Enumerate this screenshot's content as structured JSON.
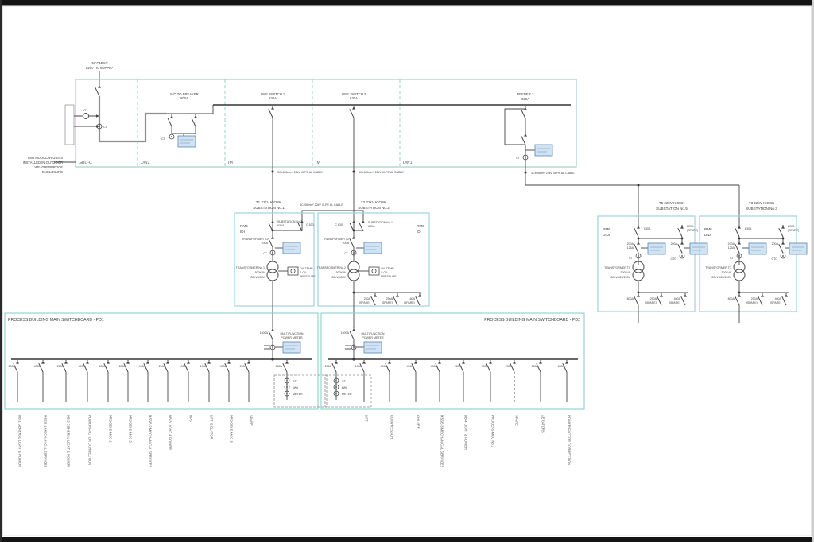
{
  "colors": {
    "teal_board": "#8fcfc9",
    "kiosk_blue": "#9ed3de",
    "relay_fill": "#cfe3f3",
    "relay_border": "#5b87b5",
    "wire": "#454545",
    "frame_bar": "#141414"
  },
  "incoming": {
    "l1": "INCOMING",
    "l2": "22kV HV SUPPLY"
  },
  "enclosure": {
    "note": [
      "SM6 MODULAR UNITS",
      "INSTALLED IN OUTDOOR",
      "WEATHERPROOF",
      "ENCLOSURE"
    ],
    "compartments": [
      "GBC-C",
      "DW2",
      "IM",
      "IM",
      "DW1"
    ],
    "vt": "VT",
    "ct": "CT",
    "bypass": {
      "l1": "N/O TO BREAKER",
      "l2": "800A",
      "ct": "CT"
    },
    "ls1": {
      "l1": "LINE SWITCH 1",
      "l2": "630A"
    },
    "ls2": {
      "l1": "LINE SWITCH 2",
      "l2": "630A"
    },
    "feeder1": {
      "l1": "FEEDER 1",
      "l2": "630A",
      "ct": "CT"
    }
  },
  "cables": {
    "c1": "3Cx185mm² 22kV XLPE AL CABLE",
    "c2": "3Cx185mm² 22kV XLPE AL CABLE",
    "c3": "3Cx95mm² 22kV XLPE AL CABLE",
    "link": "3Cx95mm² 22kV XLPE AL CABLE"
  },
  "sub1": {
    "title1": "T1 22kV KIOSK",
    "title2": "SUBSTATION No.1",
    "unit1": "RM6",
    "unit2": "IDI",
    "ring1": "SUBSTATION No.2",
    "ring1b": "630A",
    "ring2": "C 630",
    "txsw1": "TRANSFORMER T1",
    "txsw2": "200A",
    "ct": "CT",
    "tx1": "TRANSFORMER No.1",
    "tx2": "500kVA",
    "tx3": "22kV/433V",
    "oil1": "OIL TEMP",
    "oil2": "& OIL",
    "oil3": "PRESSURE"
  },
  "sub2": {
    "title1": "T2 22kV KIOSK",
    "title2": "SUBSTATION No.2",
    "unit1": "RM6",
    "unit2": "IDI",
    "ring1": "SUBSTATION No.1",
    "ring1b": "630A",
    "ring2": "C 630",
    "txsw1": "TRANSFORMER T2",
    "txsw2": "200A",
    "ct": "CT",
    "tx1": "TRANSFORMER No.2",
    "tx2": "500kVA",
    "tx3": "22kV/433V",
    "oil1": "OIL TEMP",
    "oil2": "& OIL",
    "oil3": "PRESSURE",
    "lv": [
      {
        "r": "250A",
        "s": "(SPARE)"
      },
      {
        "r": "250A",
        "s": "(SPARE)"
      },
      {
        "r": "160A",
        "s": "(SPARE)"
      }
    ]
  },
  "sub5": {
    "title1": "T5 22kV KIOSK",
    "title2": "SUBSTATION No.5",
    "unit1": "RM6",
    "unit2": "DIDI",
    "sw1": "630A",
    "sw2a": "200A",
    "sw2b": "(SPARE)",
    "f1a": "200A",
    "f1b": "125A",
    "f2a": "200A",
    "f2b": "(SPARE)",
    "ct": "CT",
    "cto": "CTO",
    "tx1": "TRANSFORMER T5",
    "tx2": "500kVA",
    "tx3": "22kV-420/240V",
    "out1": "800A",
    "out2a": "250A",
    "out2b": "(SPARE)",
    "out3a": "400A",
    "out3b": "(SPARE)"
  },
  "sub3": {
    "title1": "T3 22kV KIOSK",
    "title2": "SUBSTATION No.3",
    "unit1": "RM6",
    "unit2": "DIDI",
    "sw1": "630A",
    "sw2a": "200A",
    "sw2b": "(SPARE)",
    "f1a": "200A",
    "f1b": "125A",
    "f2a": "200A",
    "f2b": "(SPARE)",
    "ct": "CT",
    "cto": "CTO",
    "tx1": "TRANSFORMER T3",
    "tx2": "500kVA",
    "tx3": "22kV-420/240V",
    "out1": "800A",
    "out2a": "250A",
    "out2b": "(SPARE)",
    "out3a": "400A",
    "out3b": "(SPARE)"
  },
  "pd1": {
    "title": "PROCESS BUILDING MAIN SWITCHBOARD - PD1",
    "incomer": "1600A",
    "meter1": "MULTIFUNCTION",
    "meter2": "POWER METER",
    "msw": "250A",
    "mbox": [
      "CT",
      "kWh",
      "METER"
    ],
    "feeders": [
      {
        "rating": "250A",
        "label": "DB-1 GENERAL LIGHT & POWER"
      },
      {
        "rating": "400A",
        "label": "MSSB-1 MECHANICAL SERVICES"
      },
      {
        "rating": "250A",
        "label": "DB-2 GENERAL LIGHT & POWER"
      },
      {
        "rating": "400A",
        "label": "POWER FACTOR CORRECTION"
      },
      {
        "rating": "630A",
        "label": "PROCESS MCC 1"
      },
      {
        "rating": "630A",
        "label": "PROCESS MCC 2"
      },
      {
        "rating": "400A",
        "label": "MSSB-2 MECHANICAL SERVICES"
      },
      {
        "rating": "250A",
        "label": "DB-3 LIGHT & POWER"
      },
      {
        "rating": "100A",
        "label": "UPS"
      },
      {
        "rating": "100A",
        "label": "LIFT ISOLATOR"
      },
      {
        "rating": "400A",
        "label": "PROCESS MCC 3"
      },
      {
        "rating": "250A",
        "label": "SPARE"
      }
    ]
  },
  "pd2": {
    "title": "PROCESS BUILDING MAIN SWITCHBOARD - PD2",
    "incomer": "1600A",
    "meter1": "MULTIFUNCTION",
    "meter2": "POWER METER",
    "msw": "250A",
    "mbox": [
      "CT",
      "kWh",
      "METER"
    ],
    "feeders": [
      {
        "rating": "100A",
        "label": "LIFT"
      },
      {
        "rating": "400A",
        "label": "COMPRESSOR"
      },
      {
        "rating": "400A",
        "label": "CHILLER"
      },
      {
        "rating": "400A",
        "label": "MSSB-3 MECHANICAL SERVICES"
      },
      {
        "rating": "250A",
        "label": "DB-4 LIGHT & POWER"
      },
      {
        "rating": "400A",
        "label": "PROCESS MCC No.2"
      },
      {
        "rating": "250A",
        "label": "SPARE"
      },
      {
        "rating": "250A",
        "label": "AERATORS"
      },
      {
        "rating": "630A",
        "label": "POWER FACTOR CORRECTION"
      }
    ]
  }
}
